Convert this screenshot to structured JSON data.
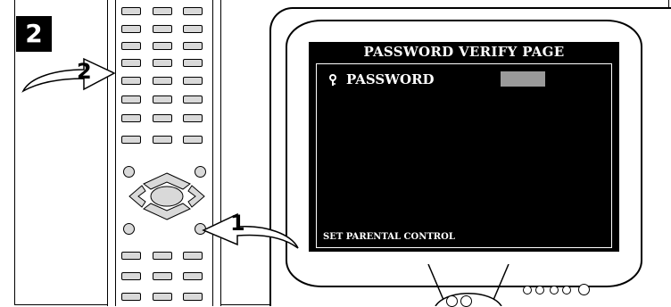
{
  "step_badge": "2",
  "callouts": {
    "top_arrow_number": "2",
    "bottom_arrow_number": "1"
  },
  "osd": {
    "title": "PASSWORD VERIFY PAGE",
    "password_label": "PASSWORD",
    "footer": "SET PARENTAL CONTROL"
  },
  "colors": {
    "key_fill": "#d9d9d9",
    "osd_background": "#000000",
    "password_field": "#9a9a9a"
  },
  "icons": [
    "key-icon",
    "curved-arrow-icon"
  ]
}
